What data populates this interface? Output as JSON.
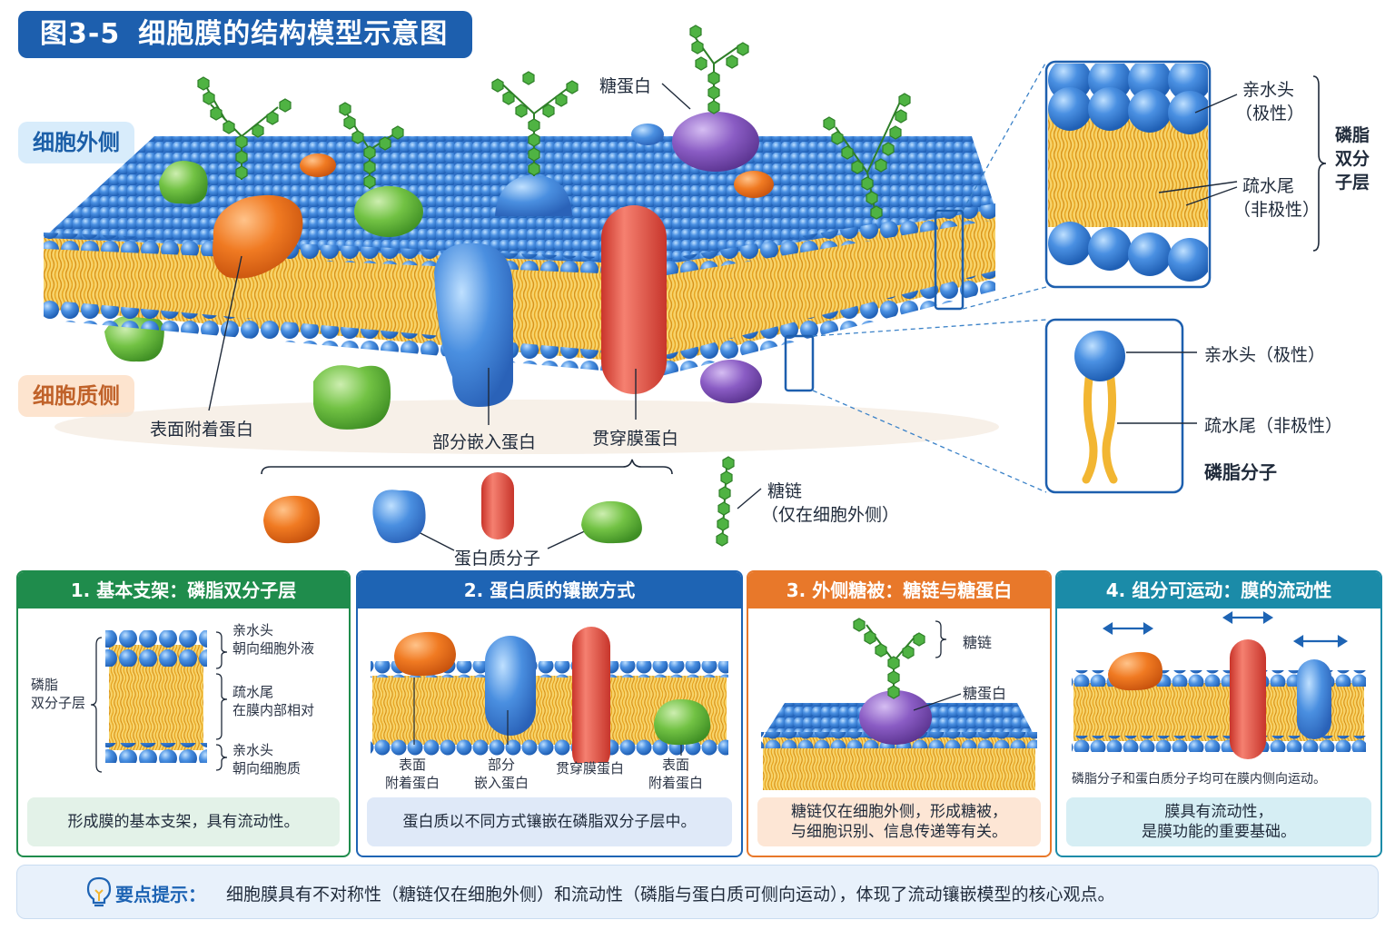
{
  "header": {
    "figure_number": "图3-5",
    "title": "细胞膜的结构模型示意图"
  },
  "sides": {
    "outside": "细胞外侧",
    "inside": "细胞质侧"
  },
  "main_labels": {
    "glycoprotein": "糖蛋白",
    "peripheral": "表面附着蛋白",
    "partial": "部分嵌入蛋白",
    "transmembrane": "贯穿膜蛋白",
    "protein_molecule": "蛋白质分子",
    "sugar_chain": "糖链",
    "sugar_chain_note": "（仅在细胞外侧）"
  },
  "zoom_bilayer": {
    "head": "亲水头",
    "head_note": "（极性）",
    "tail": "疏水尾",
    "tail_note": "（非极性）",
    "group": [
      "磷脂",
      "双分",
      "子层"
    ]
  },
  "zoom_molecule": {
    "head": "亲水头（极性）",
    "tail": "疏水尾（非极性）",
    "name": "磷脂分子"
  },
  "panels": [
    {
      "title": "1. 基本支架：磷脂双分子层",
      "labels": {
        "group": [
          "磷脂",
          "双分子层"
        ],
        "head_top": [
          "亲水头",
          "朝向细胞外液"
        ],
        "tail": [
          "疏水尾",
          "在膜内部相对"
        ],
        "head_bottom": [
          "亲水头",
          "朝向细胞质"
        ]
      },
      "footer": "形成膜的基本支架，具有流动性。"
    },
    {
      "title": "2. 蛋白质的镶嵌方式",
      "labels": {
        "a": [
          "表面",
          "附着蛋白"
        ],
        "b": [
          "部分",
          "嵌入蛋白"
        ],
        "c": "贯穿膜蛋白",
        "d": [
          "表面",
          "附着蛋白"
        ]
      },
      "footer": "蛋白质以不同方式镶嵌在磷脂双分子层中。"
    },
    {
      "title": "3. 外侧糖被：糖链与糖蛋白",
      "labels": {
        "chain": "糖链",
        "glycoprotein": "糖蛋白"
      },
      "footer": [
        "糖链仅在细胞外侧，形成糖被，",
        "与细胞识别、信息传递等有关。"
      ]
    },
    {
      "title": "4. 组分可运动：膜的流动性",
      "labels": {
        "note": "磷脂分子和蛋白质分子均可在膜内侧向运动。"
      },
      "footer": [
        "膜具有流动性，",
        "是膜功能的重要基础。"
      ]
    }
  ],
  "keypoint": {
    "icon": "lightbulb-icon",
    "title": "要点提示：",
    "text": "细胞膜具有不对称性（糖链仅在细胞外侧）和流动性（磷脂与蛋白质可侧向运动），体现了流动镶嵌模型的核心观点。"
  },
  "colors": {
    "head": "#4a90e2",
    "tail": "#f2b632",
    "protein_orange": "#f07a22",
    "protein_blue": "#4a8fe0",
    "protein_red": "#e5473a",
    "protein_green": "#72c244",
    "protein_purple": "#8a5cc4",
    "sugar": "#45a83c"
  }
}
